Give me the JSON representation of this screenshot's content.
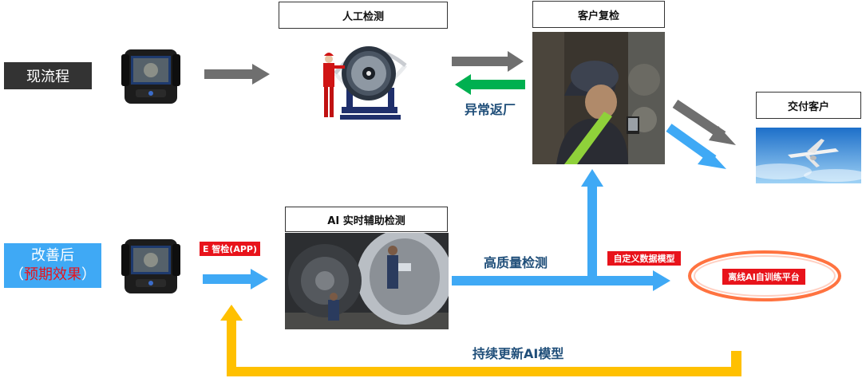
{
  "labels": {
    "current_process": "现流程",
    "improved": "改善后",
    "expected_paren_open": "（",
    "expected": "预期效果",
    "expected_paren_close": "）",
    "manual_inspection": "人工检测",
    "customer_recheck": "客户复检",
    "delivery": "交付客户",
    "ai_realtime": "AI 实时辅助检测",
    "abnormal_return": "异常返厂",
    "high_quality": "高质量检测",
    "continuous_update": "持续更新AI模型"
  },
  "tags": {
    "app": "E 智检(APP)",
    "custom_model": "自定义数据模型",
    "offline_platform": "离线AI自训练平台"
  },
  "colors": {
    "gray_arrow": "#6f6f6f",
    "blue_arrow": "#3fa9f5",
    "green_arrow": "#00b050",
    "yellow_line": "#ffc000",
    "red_tag": "#e8131b",
    "dark_label": "#333333"
  }
}
